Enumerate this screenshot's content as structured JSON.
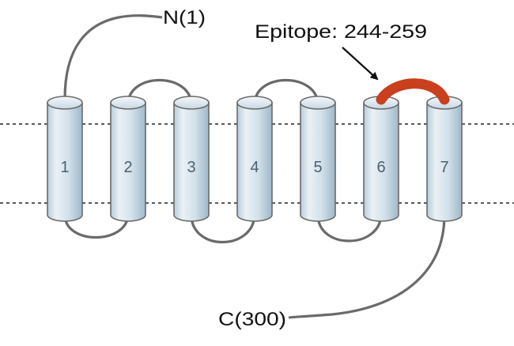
{
  "diagram": {
    "n_terminus_label": "N(1)",
    "c_terminus_label": "C(300)",
    "epitope_label": "Epitope: 244-259",
    "helices": [
      {
        "label": "1"
      },
      {
        "label": "2"
      },
      {
        "label": "3"
      },
      {
        "label": "4"
      },
      {
        "label": "5"
      },
      {
        "label": "6"
      },
      {
        "label": "7"
      }
    ],
    "colors": {
      "helix_fill_light": "#eef4f8",
      "helix_fill_dark": "#aac2d2",
      "helix_stroke": "#6a6a6a",
      "loop": "#6a6a6a",
      "epitope": "#c8401e",
      "membrane_line": "#222222"
    }
  }
}
